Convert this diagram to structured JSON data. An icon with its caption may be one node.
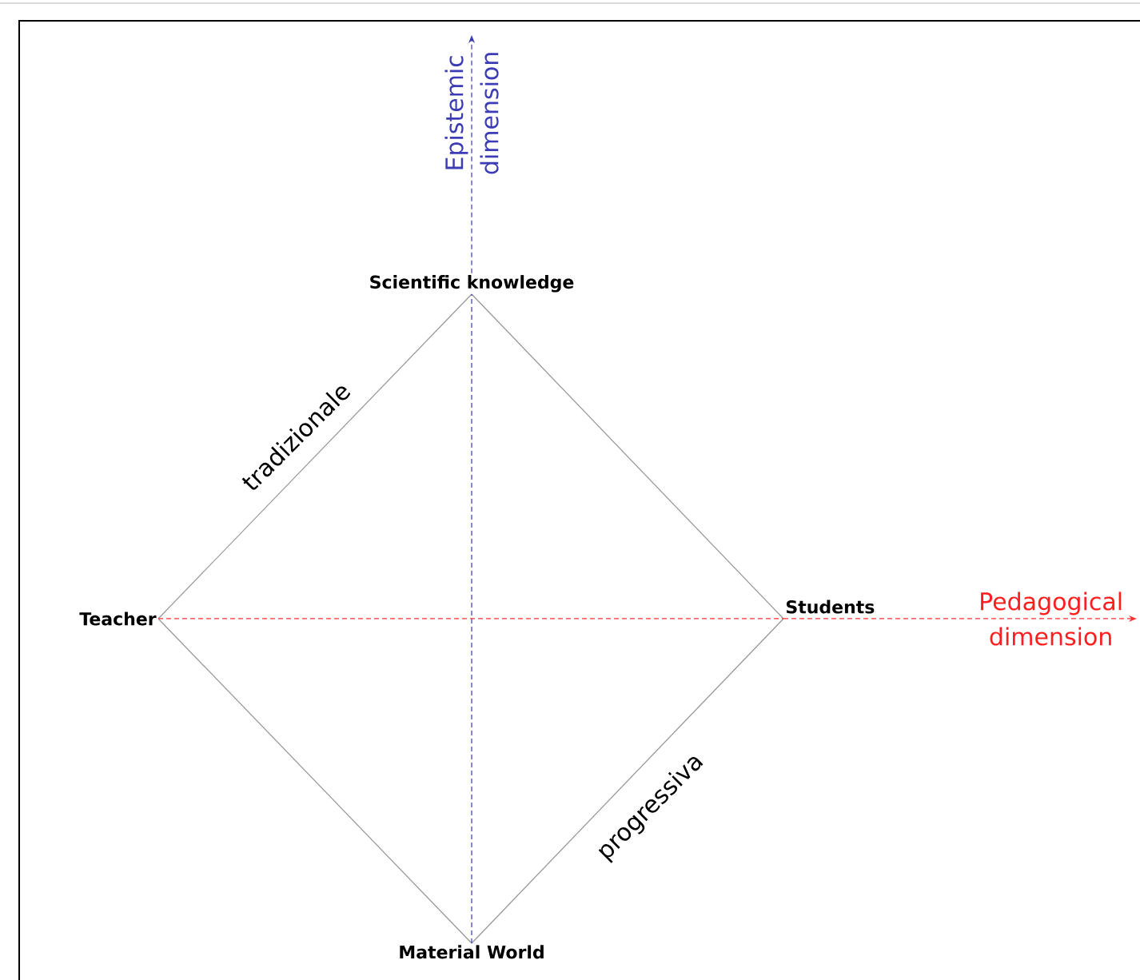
{
  "diagram": {
    "nodes": [
      {
        "text": [
          "Scientific knowledge"
        ]
      },
      {
        "text": [
          "Teacher"
        ]
      },
      {
        "text": [
          "Students"
        ]
      },
      {
        "text": [
          "Material World"
        ]
      },
      {
        "text": [
          "Epistemic dimension"
        ]
      },
      {
        "text": [
          "Pedagogical dimension"
        ]
      }
    ],
    "edges": [
      {
        "from": 1,
        "to": 0,
        "arrow": "none",
        "label": "tradizionale"
      },
      {
        "from": 0,
        "to": 2,
        "arrow": "none"
      },
      {
        "from": 2,
        "to": 3,
        "arrow": "none",
        "label": "progressiva"
      },
      {
        "from": 3,
        "to": 1,
        "arrow": "none"
      },
      {
        "from": 3,
        "to": 0,
        "arrow": "none",
        "style": "dashed",
        "color": "#3c3cb4"
      },
      {
        "from": 0,
        "to": 4,
        "arrow": "to",
        "style": "dashed",
        "color": "#3c3cb4"
      },
      {
        "from": 1,
        "to": 2,
        "arrow": "none",
        "style": "dashed",
        "color": "#ff3030"
      },
      {
        "from": 2,
        "to": 5,
        "arrow": "to",
        "style": "dashed",
        "color": "#ff3030"
      }
    ]
  }
}
